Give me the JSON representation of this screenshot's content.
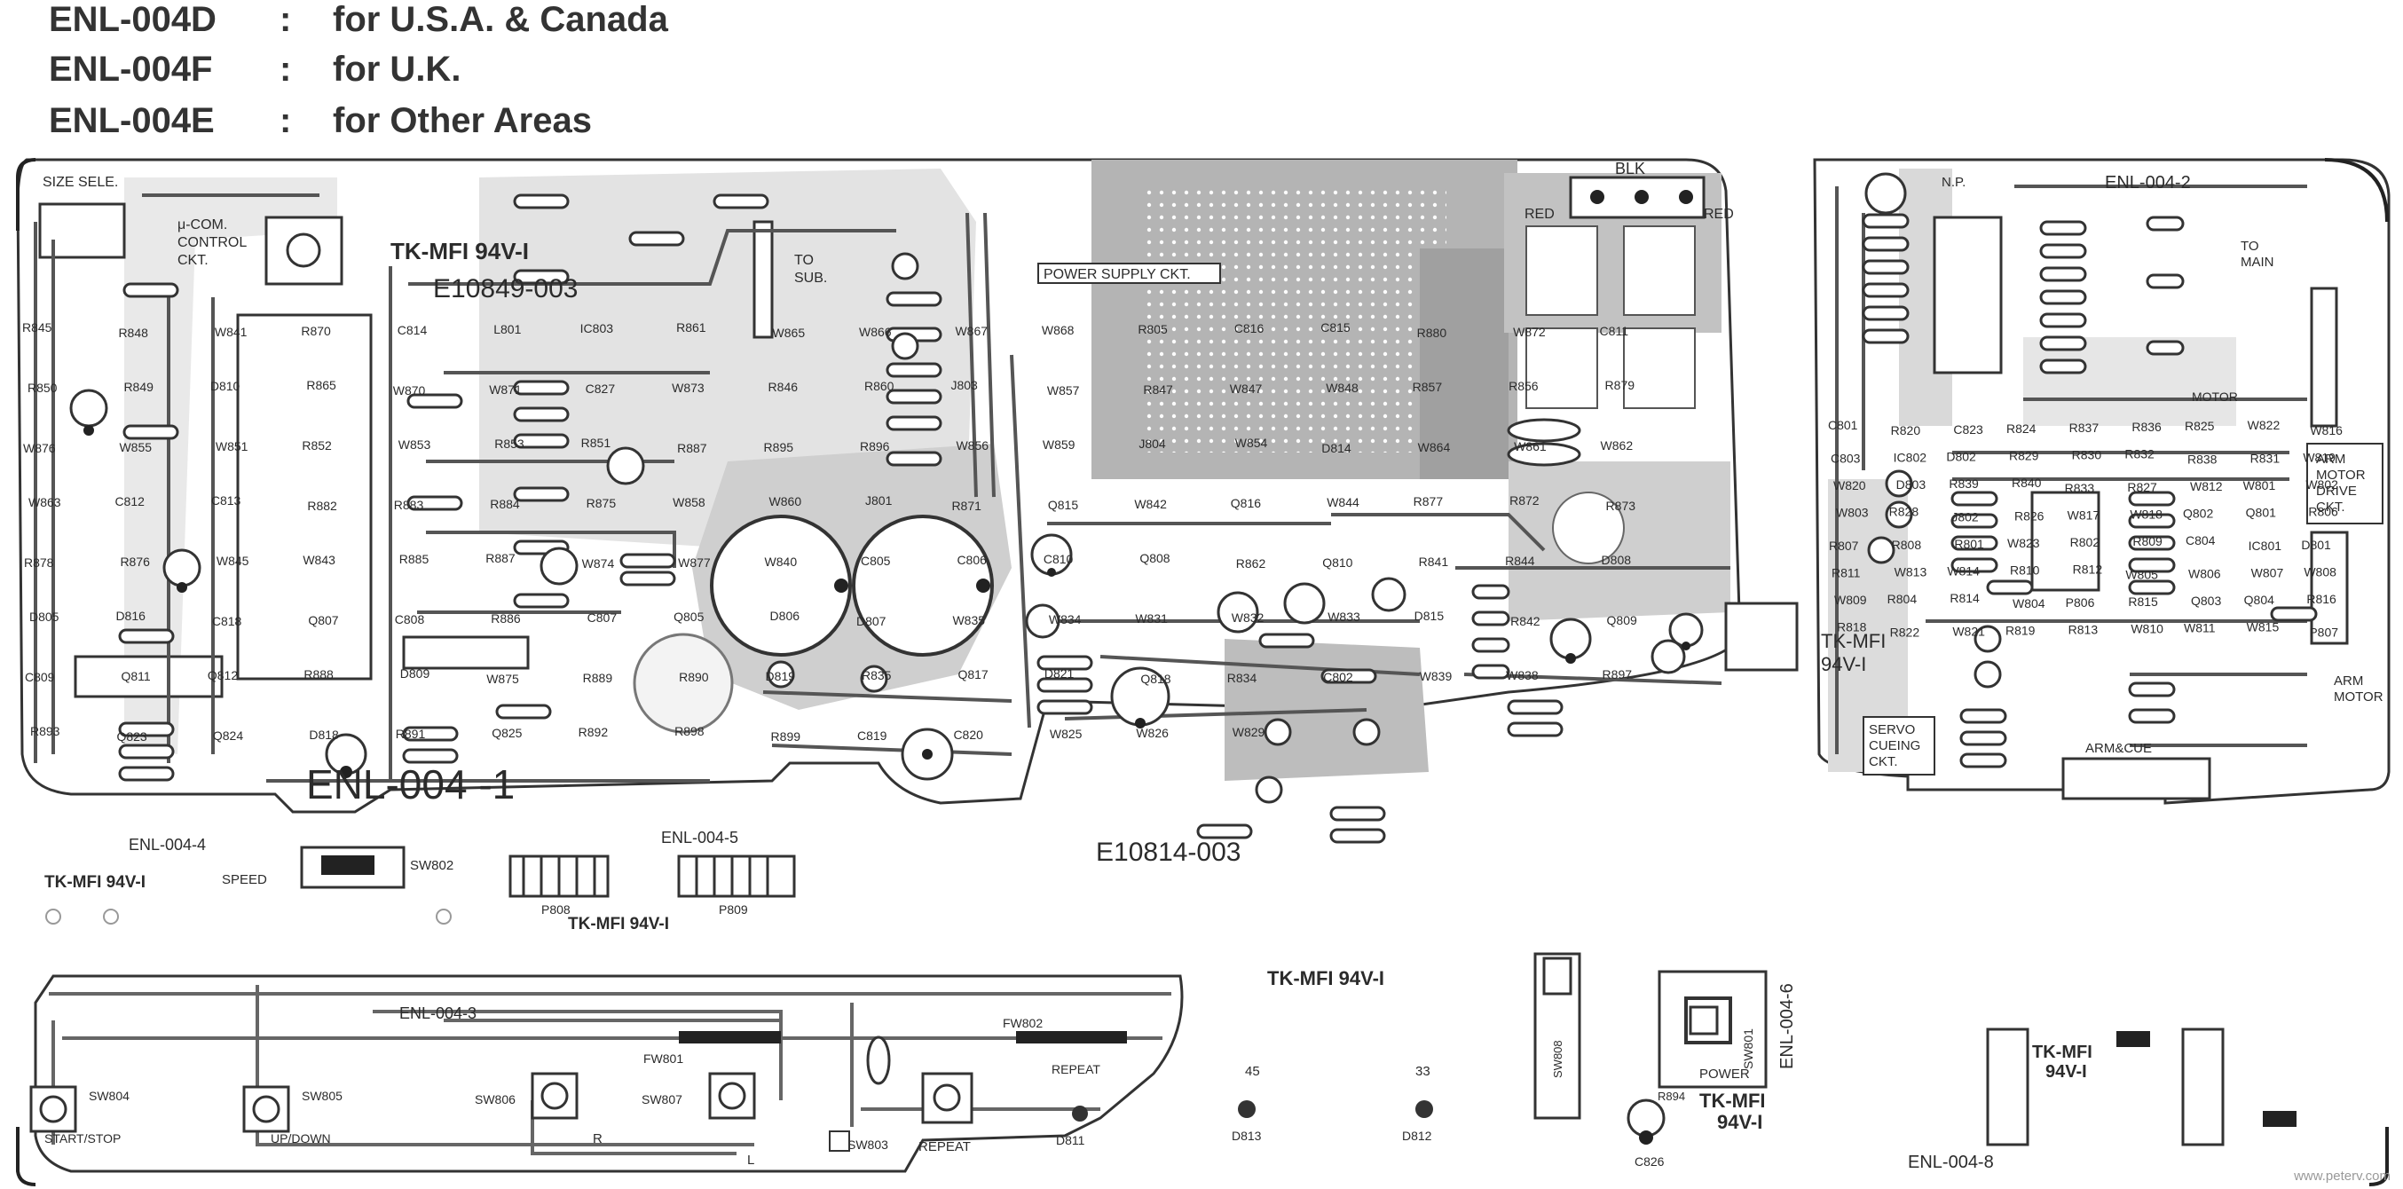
{
  "header": [
    {
      "code": "ENL-004D",
      "sep": ":",
      "region": "for U.S.A. & Canada"
    },
    {
      "code": "ENL-004F",
      "sep": ":",
      "region": "for U.K."
    },
    {
      "code": "ENL-004E",
      "sep": ":",
      "region": "for Other Areas"
    }
  ],
  "boards": {
    "main": {
      "name": "ENL-004  -1",
      "material": "TK-MFI 94V-I",
      "part_no": "E10849-003",
      "bottom_part_no": "E10814-003",
      "power_label": "POWER SUPPLY CKT.",
      "control_label": [
        "μ-COM.",
        "CONTROL",
        "CKT."
      ],
      "size_sel": "SIZE SELE.",
      "to_sub": [
        "TO",
        "SUB."
      ],
      "blk": "BLK",
      "red": "RED"
    },
    "board2": {
      "name": "ENL-004-2",
      "material": "TK-MFI",
      "material2": "94V-I",
      "to_main": [
        "TO",
        "MAIN"
      ],
      "arm_motor_drive": [
        "ARM",
        "MOTOR",
        "DRIVE",
        "CKT."
      ],
      "servo": [
        "SERVO",
        "CUEING",
        "CKT."
      ],
      "arm_motor": [
        "ARM",
        "MOTOR"
      ],
      "motor": "MOTOR",
      "armcue": "ARM&CUE",
      "np": "N.P."
    },
    "board3": {
      "name": "ENL-004-3",
      "switches": [
        "SW804",
        "SW805",
        "SW806",
        "SW807",
        "SW803"
      ],
      "labels": [
        "START/STOP",
        "UP/DOWN",
        "R",
        "L",
        "REPEAT",
        "REPEAT"
      ],
      "fw": [
        "FW801",
        "FW802"
      ]
    },
    "board4": {
      "name": "ENL-004-4",
      "material": "TK-MFI 94V-I",
      "speed": "SPEED",
      "sw": "SW802"
    },
    "board5": {
      "name": "ENL-004-5",
      "material": "TK-MFI 94V-I",
      "plugs": [
        "P808",
        "P809"
      ]
    },
    "board6": {
      "name": "ENL-004-6",
      "material": "TK-MFI",
      "material2": "94V-I",
      "power": "POWER",
      "sw": "SW801",
      "sw2": "SW808",
      "r": "R894",
      "c": "C826"
    },
    "board8": {
      "name": "ENL-004-8",
      "material": "TK-MFI",
      "material2": "94V-I"
    },
    "leds": [
      {
        "label": "45",
        "ref": "D813"
      },
      {
        "label": "33",
        "ref": "D812"
      },
      {
        "label": "",
        "ref": "D811"
      }
    ]
  },
  "components": {
    "main": [
      "R845",
      "R848",
      "W841",
      "R870",
      "C814",
      "L801",
      "IC803",
      "R861",
      "W865",
      "W866",
      "W867",
      "W868",
      "R805",
      "C816",
      "C815",
      "R880",
      "W872",
      "C811",
      "R850",
      "R849",
      "D810",
      "R865",
      "W870",
      "W871",
      "C827",
      "W873",
      "R846",
      "R860",
      "J803",
      "W857",
      "R847",
      "W847",
      "W848",
      "R857",
      "R856",
      "R879",
      "W876",
      "W855",
      "W851",
      "R852",
      "W853",
      "R853",
      "R851",
      "R887",
      "R895",
      "R896",
      "W856",
      "W859",
      "J804",
      "W854",
      "D814",
      "W864",
      "W861",
      "W862",
      "W863",
      "C812",
      "C813",
      "R882",
      "R883",
      "R884",
      "R875",
      "W858",
      "W860",
      "J801",
      "R871",
      "Q815",
      "W842",
      "Q816",
      "W844",
      "R877",
      "R872",
      "R873",
      "R878",
      "R876",
      "W845",
      "W843",
      "R885",
      "R887",
      "W874",
      "W877",
      "W840",
      "C805",
      "C806",
      "C810",
      "Q808",
      "R862",
      "Q810",
      "R841",
      "R844",
      "D808",
      "D805",
      "D816",
      "C818",
      "Q807",
      "C808",
      "R886",
      "C807",
      "Q805",
      "D806",
      "D807",
      "W835",
      "W834",
      "W831",
      "W832",
      "W833",
      "D815",
      "R842",
      "Q809",
      "C809",
      "Q811",
      "Q812",
      "R888",
      "D809",
      "W875",
      "R889",
      "R890",
      "D819",
      "R835",
      "Q817",
      "D821",
      "Q818",
      "R834",
      "C802",
      "W839",
      "W838",
      "R897",
      "R893",
      "Q823",
      "Q824",
      "D818",
      "R891",
      "Q825",
      "R892",
      "R898",
      "R899",
      "C819",
      "C820",
      "W825",
      "W826",
      "W829"
    ],
    "board2": [
      "C801",
      "R820",
      "C823",
      "R824",
      "R837",
      "R836",
      "R825",
      "W822",
      "W816",
      "C803",
      "IC802",
      "D802",
      "R829",
      "R830",
      "R832",
      "R838",
      "R831",
      "W819",
      "W820",
      "D803",
      "R839",
      "R840",
      "R833",
      "R827",
      "W812",
      "W801",
      "W802",
      "W803",
      "R828",
      "J802",
      "R826",
      "W817",
      "W818",
      "Q802",
      "Q801",
      "R806",
      "R807",
      "R808",
      "R801",
      "W823",
      "R802",
      "R809",
      "C804",
      "IC801",
      "D801",
      "R811",
      "W813",
      "W814",
      "R810",
      "R812",
      "W805",
      "W806",
      "W807",
      "W808",
      "W809",
      "R804",
      "R814",
      "W804",
      "P806",
      "R815",
      "Q803",
      "Q804",
      "R816",
      "R818",
      "R822",
      "W821",
      "R819",
      "R813",
      "W810",
      "W811",
      "W815",
      "P807"
    ]
  },
  "watermark": "www.peterv.com"
}
